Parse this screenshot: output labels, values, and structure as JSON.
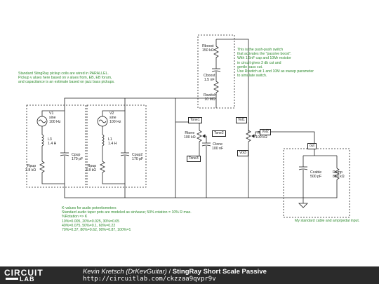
{
  "notes": {
    "pickups": "Standard StingRay pickup coils are wired in PARALLEL.\nPickup v alues here based on v alues from, EB, EB forum,\nand capacitance is an estimate based on jazz bass pickups.",
    "pushpush": "This is the push-push switch\nthat activates the \"passive boost\".\nWith 1.5nF cap and 10Mr resistor\nin circuit gives 3 db cut and\ngentle bass cut.\nUse Rswitch at 1 and 10M as sweep parameter\nto simulate switch.",
    "kvalues": "K-values for audio potentiometers\nStandard audio taper pots are modeled as sin/wave; 50% rotation = 10% R max.\n%Rotation => K\n10%=0.005, 20%=0.025, 30%=0.05\n40%=0.075, 50%=0.1, 60%=0.22\n70%=0.37, 80%=0.62, 90%=0.87, 100%=1",
    "cable": "My standard cable and amp/pedal input."
  },
  "components": {
    "v1": "V1\nsine\n100 Hz",
    "l3": "L3\n1.4 H",
    "rpup1": "Rpup\n3.8 kΩ",
    "cpup1": "Cpup\n170 pF",
    "v2": "V2\nsine\n100 Hz",
    "l1": "L1\n1.4 H",
    "rpup2": "Rpup\n3.8 kΩ",
    "cpup2": "Cpup2\n170 pF",
    "rboost": "Rboost\n150 kΩ",
    "cboost": "Cboost\n1.5 nF",
    "rswitch": "Rswitch\n10 MΩ",
    "rtone": "Rtone\n100 kΩ",
    "ctone": "Ctone\n100 nF",
    "rvol": "Rvol\n100 kΩ",
    "ccable": "Ccable\n500 pF",
    "ramp": "Ramp\n830 kΩ"
  },
  "tags": {
    "tone1": "Tone1",
    "tone2": "Tone2",
    "tone3": "Tone3",
    "vol1": "Vol1",
    "vol2": "Vol2",
    "vol3": "Vol3",
    "out": "out"
  },
  "footer": {
    "logo_top": "CIRCUIT",
    "logo_bottom": "LAB",
    "author": "Kevin Kretsch (DrKevGuitar)",
    "separator": " / ",
    "title": "StingRay Short Scale Passive",
    "url": "http://circuitlab.com/ckzzaa9qvpr9v"
  },
  "colors": {
    "wire": "#222222",
    "note": "#2e8b2e",
    "footer_bg": "#2b2b2b"
  }
}
